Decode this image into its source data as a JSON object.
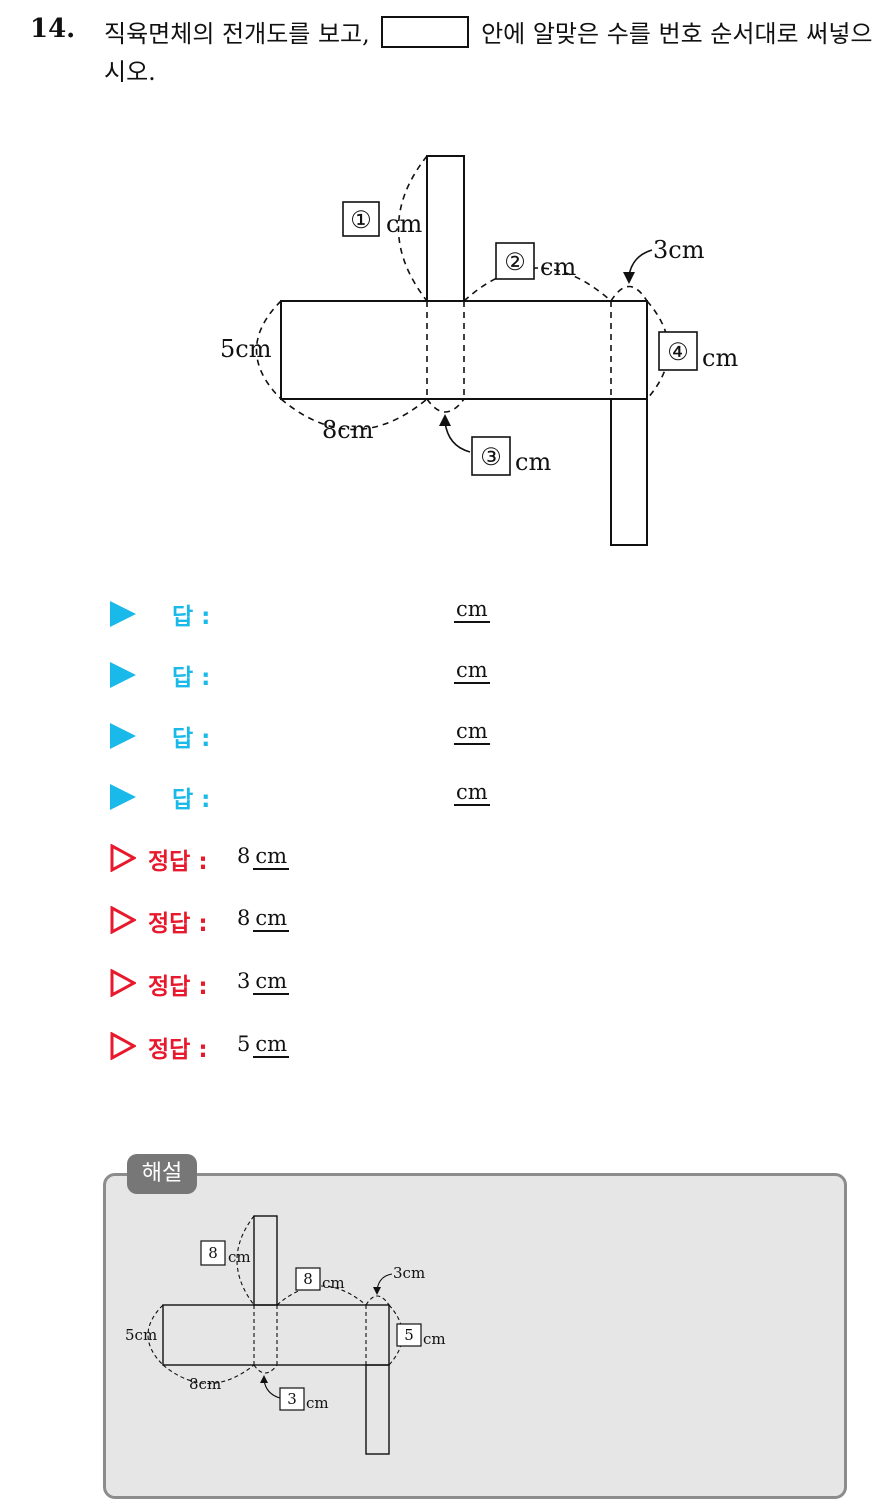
{
  "question": {
    "number": "14.",
    "text_before": "직육면체의 전개도를 보고,",
    "text_after": "안에 알맞은 수를 번호 순서대로 써넣으시오."
  },
  "figure": {
    "label_1": "①",
    "label_2": "②",
    "label_3": "③",
    "label_4": "④",
    "unit": "cm",
    "dim_5cm": "5cm",
    "dim_8cm": "8cm",
    "dim_3cm": "3cm"
  },
  "answers": [
    {
      "label": "답 :",
      "unit": "cm"
    },
    {
      "label": "답 :",
      "unit": "cm"
    },
    {
      "label": "답 :",
      "unit": "cm"
    },
    {
      "label": "답 :",
      "unit": "cm"
    }
  ],
  "correct": [
    {
      "label": "정답 :",
      "value": "8",
      "unit": "cm"
    },
    {
      "label": "정답 :",
      "value": "8",
      "unit": "cm"
    },
    {
      "label": "정답 :",
      "value": "3",
      "unit": "cm"
    },
    {
      "label": "정답 :",
      "value": "5",
      "unit": "cm"
    }
  ],
  "solution": {
    "tab": "해설",
    "val_1": "8",
    "val_2": "8",
    "val_3": "3",
    "val_4": "5",
    "unit": "cm",
    "dim_5cm": "5cm",
    "dim_8cm": "8cm",
    "dim_3cm": "3cm"
  },
  "colors": {
    "answer_blue": "#19b9ea",
    "correct_red": "#e8192c",
    "solution_bg": "#e6e6e6"
  }
}
